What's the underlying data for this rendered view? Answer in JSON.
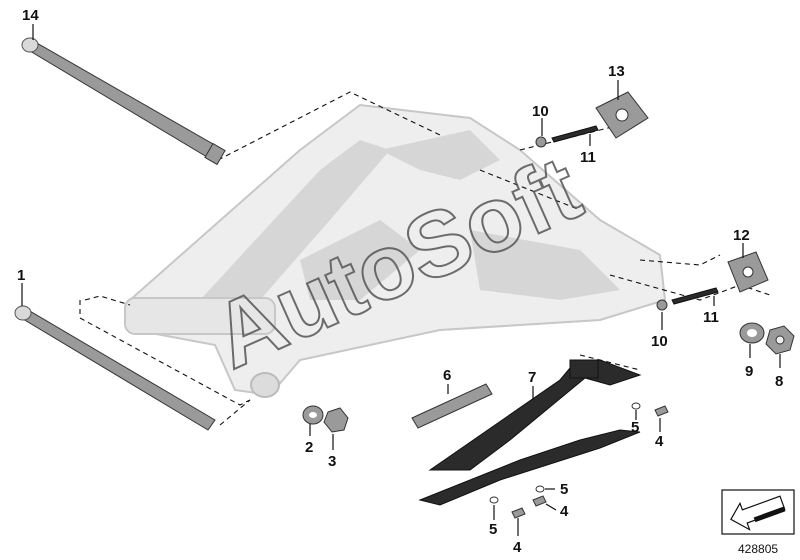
{
  "watermark": "AutoSoft",
  "reference_number": "428805",
  "callouts": {
    "c14": "14",
    "c13": "13",
    "c10a": "10",
    "c11a": "11",
    "c12": "12",
    "c10b": "10",
    "c11b": "11",
    "c9": "9",
    "c8": "8",
    "c1": "1",
    "c2": "2",
    "c3": "3",
    "c6": "6",
    "c7": "7",
    "c5a": "5",
    "c4a": "4",
    "c5b": "5",
    "c4b": "4",
    "c5c": "5",
    "c4c": "4"
  },
  "icons": {
    "direction": "arrow-icon"
  }
}
